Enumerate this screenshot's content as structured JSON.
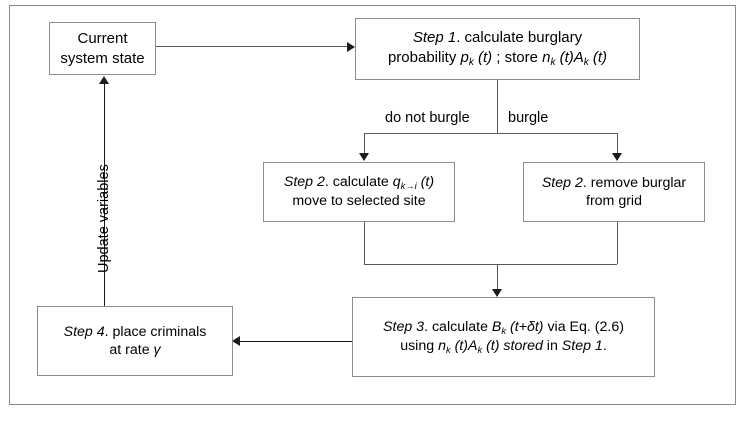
{
  "diagram": {
    "title": "Burglary agent-based model simulation loop",
    "frame_color": "#888a8c",
    "line_color": "#58595b",
    "arrow_color": "#1c1c1c",
    "nodes": {
      "current_state": {
        "label": "Current system state"
      },
      "step1": {
        "step": "Step 1",
        "line1_pre": ". calculate burglary",
        "line2_a": "probability ",
        "line2_p": "p",
        "line2_p_sub": "k",
        "line2_t": " (t)",
        "line2_b": " ; store ",
        "line2_n": "n",
        "line2_n_sub": "k",
        "line2_nt": " (t)",
        "line2_A": "A",
        "line2_A_sub": "k",
        "line2_At": " (t)",
        "plain_text": "Step 1. calculate burglary probability p_k (t) ; store n_k (t)A_k (t)"
      },
      "step2_left": {
        "step": "Step 2",
        "line1": ". calculate ",
        "q": "q",
        "q_sub": "k→i",
        "q_t": " (t)",
        "line2": "move to selected site",
        "plain_text": "Step 2. calculate q_{k→i} (t) move to selected site"
      },
      "step2_right": {
        "step": "Step 2",
        "line1": ". remove burglar",
        "line2": "from grid",
        "plain_text": "Step 2. remove burglar from grid"
      },
      "step3": {
        "step": "Step 3",
        "line1_a": ". calculate ",
        "B": "B",
        "B_sub": "k",
        "B_arg": " (t+δt)",
        "line1_b": " via Eq. (2.6)",
        "line2_a": "using ",
        "n": "n",
        "n_sub": "k",
        "n_t": " (t)",
        "A": "A",
        "A_sub": "k",
        "A_t": " (t)",
        "stored": " stored",
        "line2_b": " in ",
        "step_ref": "Step 1",
        "line2_end": ".",
        "plain_text": "Step 3. calculate B_k (t+δt) via Eq. (2.6) using n_k (t)A_k (t) stored in Step 1."
      },
      "step4": {
        "step": "Step 4",
        "line1": ". place criminals",
        "line2_a": "at rate ",
        "gamma": "γ",
        "plain_text": "Step 4. place criminals at rate γ"
      }
    },
    "edge_labels": {
      "do_not_burgle": "do not burgle",
      "burgle": "burgle",
      "update_variables": "Update variables"
    }
  }
}
